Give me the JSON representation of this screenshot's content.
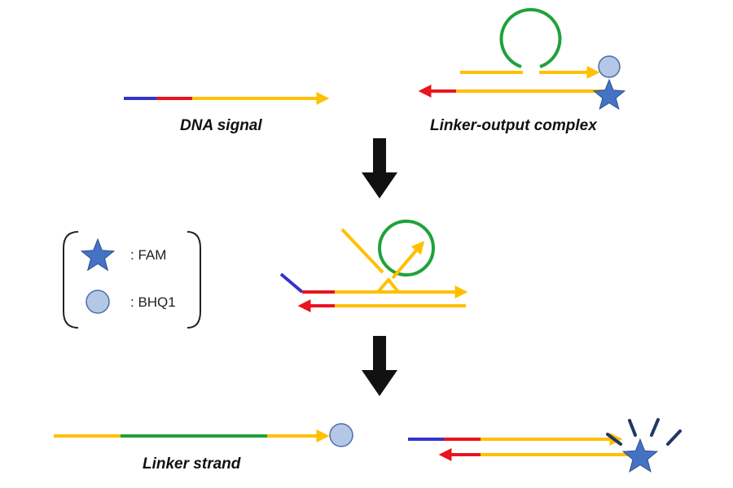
{
  "labels": {
    "dna_signal": "DNA signal",
    "linker_output_complex": "Linker-output complex",
    "linker_strand": "Linker strand"
  },
  "legend": {
    "fam_label": ": FAM",
    "bhq1_label": ": BHQ1"
  },
  "colors": {
    "yellow_strand": "#FFC000",
    "blue_segment": "#3333CC",
    "red_segment": "#E8141E",
    "green_segment": "#1FA23A",
    "fam_star": "#4472C4",
    "bhq1_circle": "#B4C7E7",
    "flow_arrow": "#111111"
  },
  "icons": {
    "fam": "star-icon",
    "bhq1": "circle-icon",
    "step_arrow": "down-arrow-icon",
    "fluorescence": "burst-lines-icon"
  }
}
